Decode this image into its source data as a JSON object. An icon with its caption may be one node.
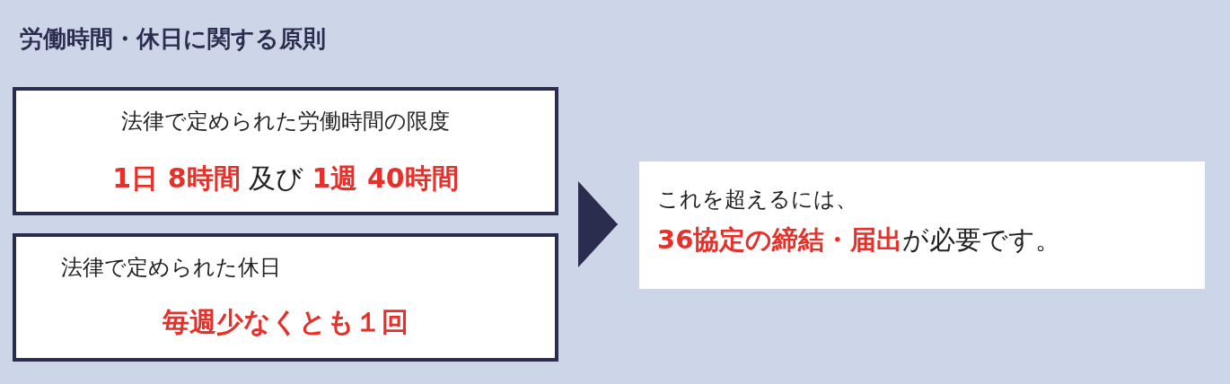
{
  "diagram": {
    "title": "労働時間・休日に関する原則",
    "nodes": [
      {
        "text": [
          "法律で定められた労働時間の限度",
          "**1日 8時間** 及び **1週 40時間**"
        ]
      },
      {
        "text": [
          "法律で定められた休日",
          "毎週少なくとも１回"
        ]
      },
      {
        "text": [
          "これを超えるには、",
          "**36協定の締結・届出**が必要です。"
        ]
      }
    ],
    "edges": [
      {
        "from": null,
        "to": 2,
        "arrow": "to"
      }
    ]
  }
}
